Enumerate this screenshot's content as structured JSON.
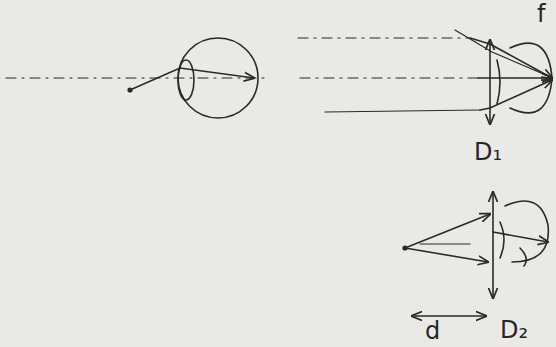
{
  "diagram": {
    "labels": [
      "f",
      "D₁",
      "d",
      "D₂"
    ]
  }
}
